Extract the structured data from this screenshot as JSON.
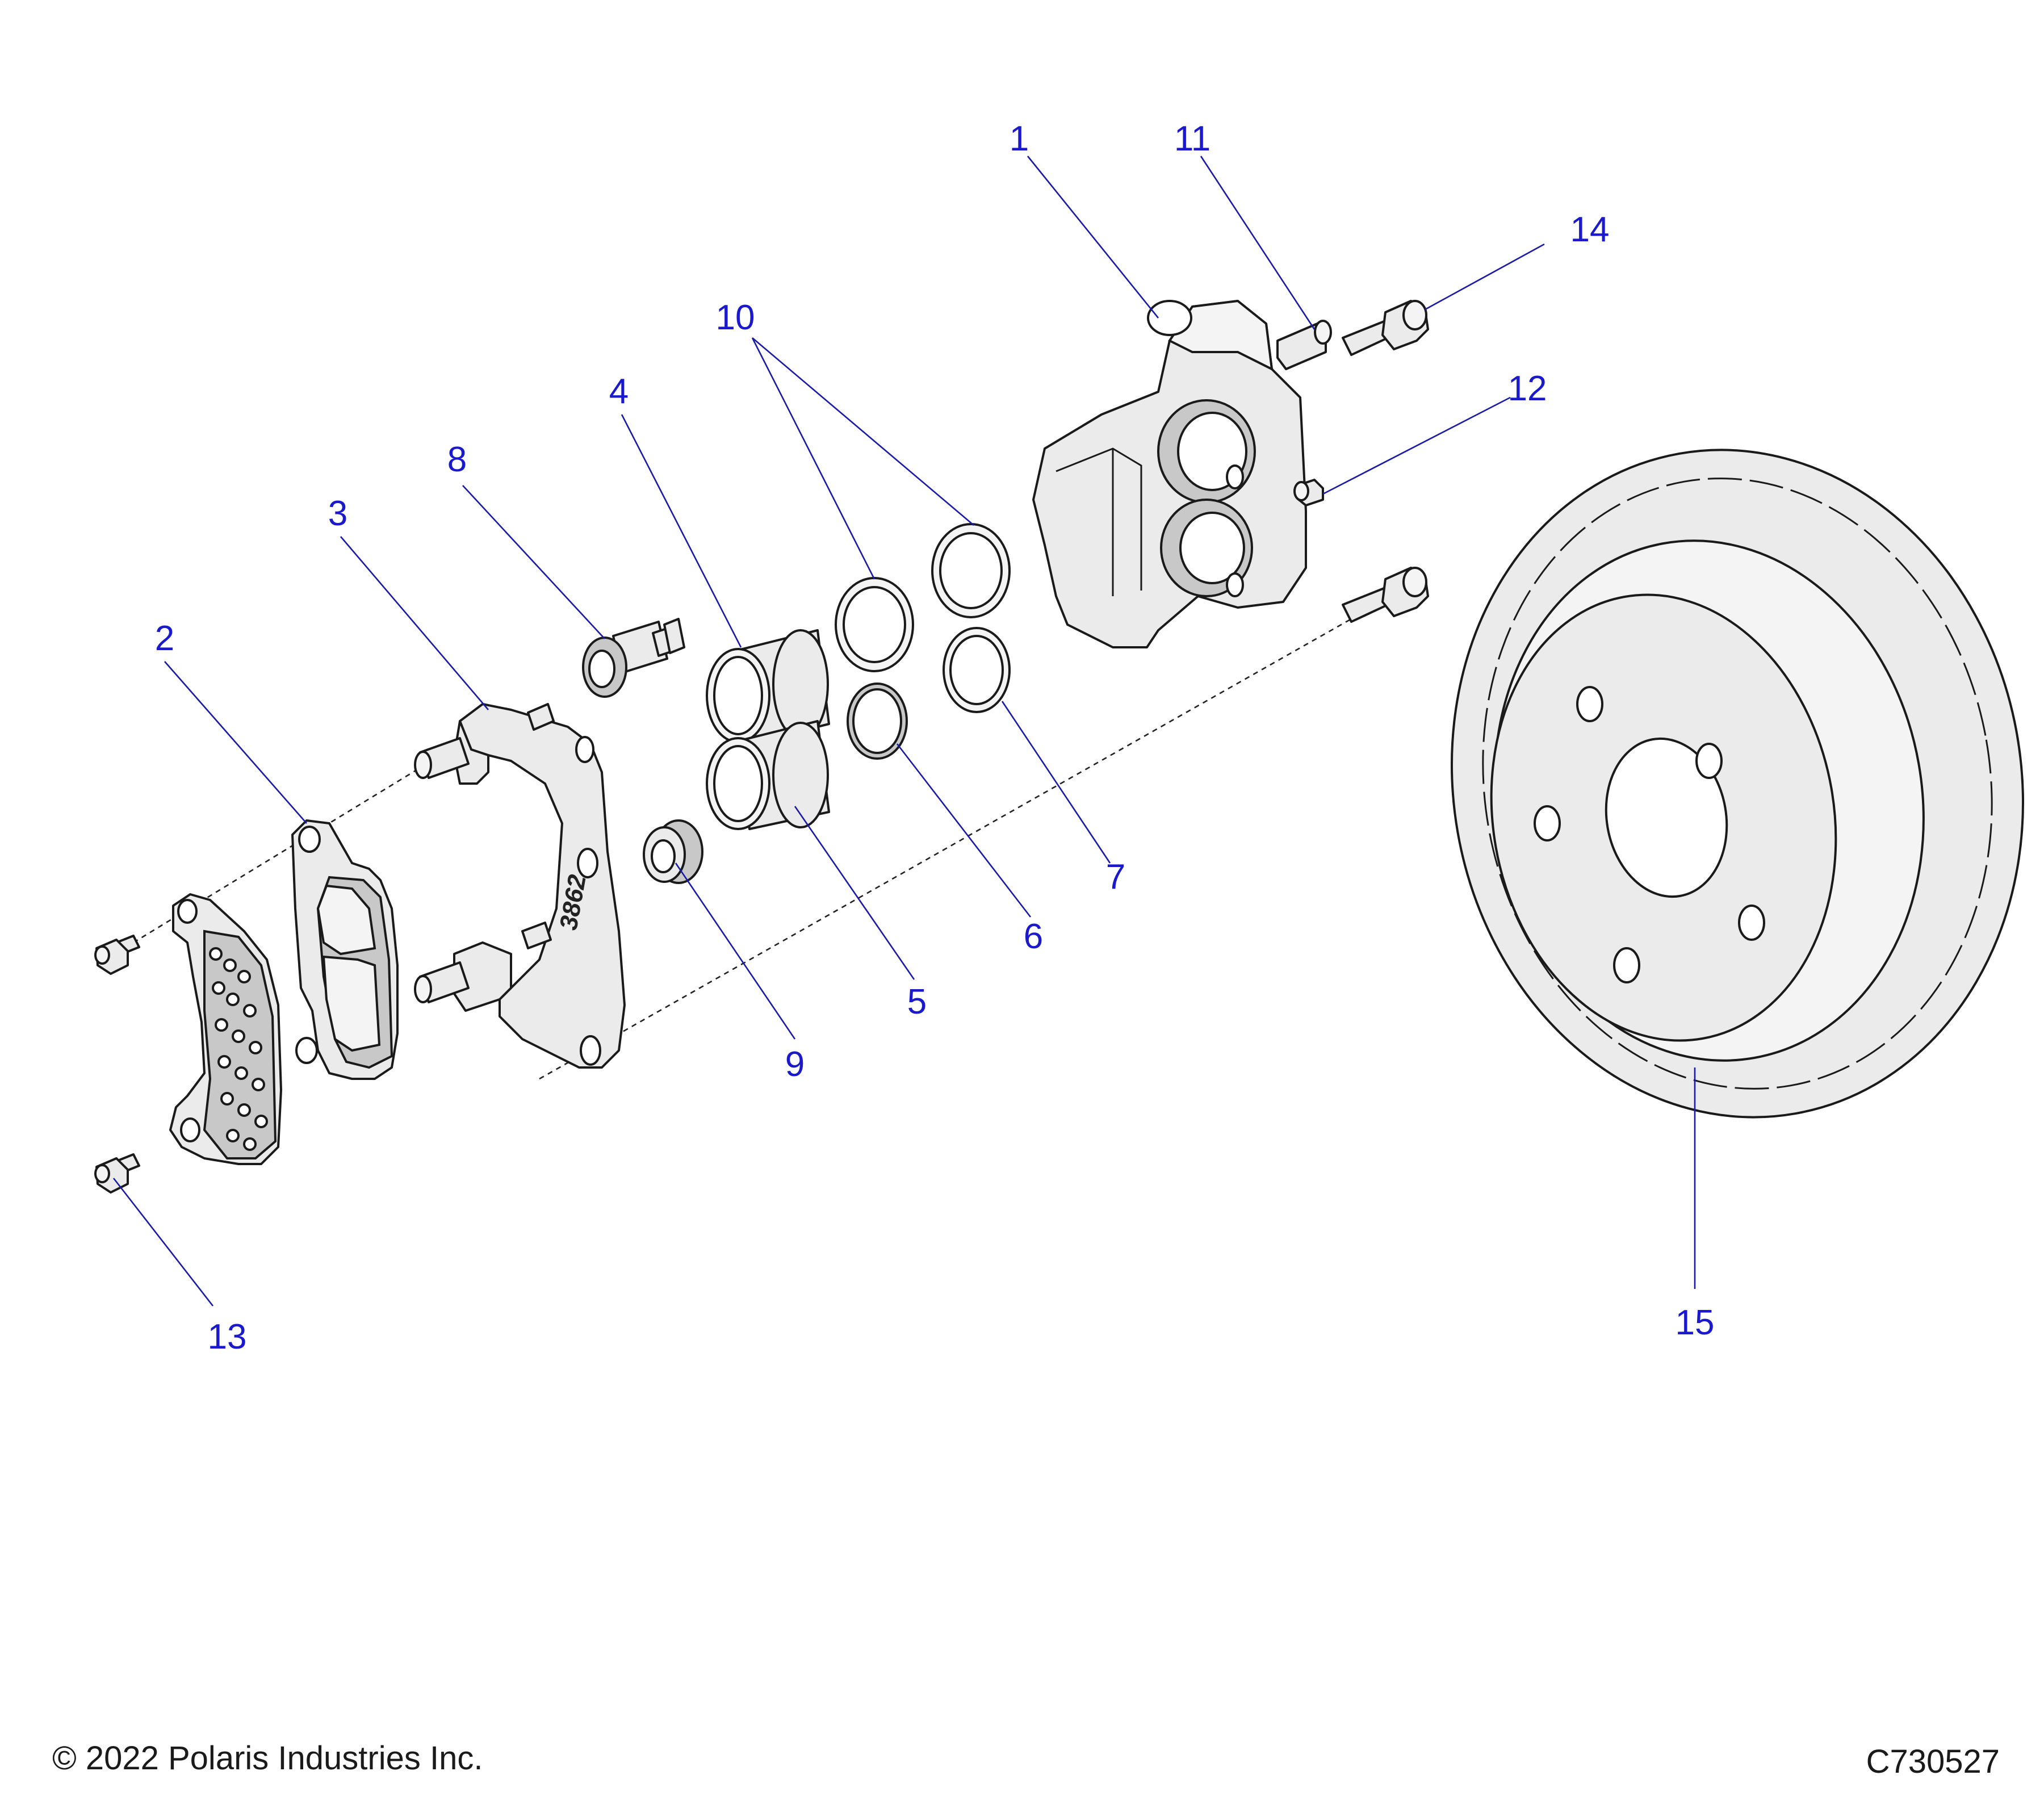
{
  "callouts": {
    "c1": "1",
    "c2": "2",
    "c3": "3",
    "c4": "4",
    "c5": "5",
    "c6": "6",
    "c7": "7",
    "c8": "8",
    "c9": "9",
    "c10": "10",
    "c11": "11",
    "c12": "12",
    "c13": "13",
    "c14": "14",
    "c15": "15"
  },
  "bracket_marking": "3862",
  "footer": {
    "copyright": "© 2022 Polaris Industries Inc.",
    "drawing_id": "C730527"
  },
  "colors": {
    "callout": "#1a1acc",
    "leader": "#1a1aa8",
    "line_art": "#1a1a1a",
    "part_fill": "#ebebeb"
  }
}
